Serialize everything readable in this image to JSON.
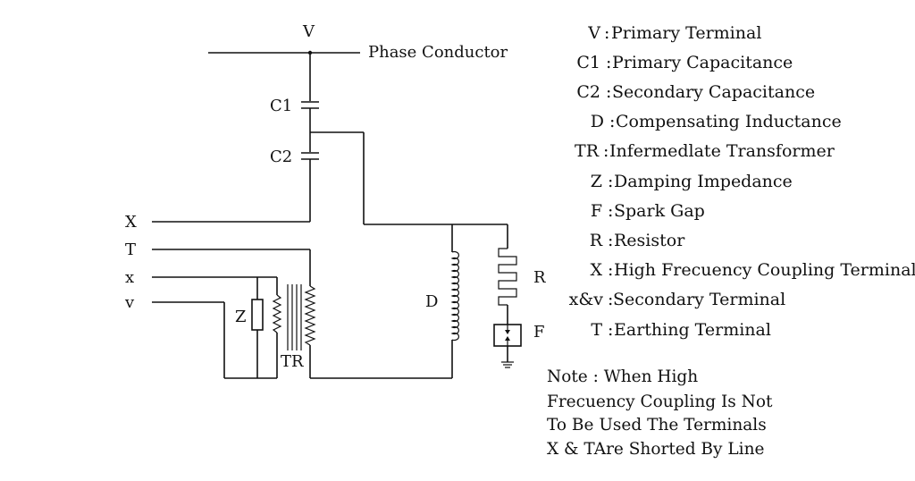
{
  "diagram": {
    "labels": {
      "V": "V",
      "phase": "Phase Conductor",
      "C1": "C1",
      "C2": "C2",
      "X": "X",
      "T": "T",
      "x": "x",
      "v": "v",
      "Z": "Z",
      "TR": "TR",
      "D": "D",
      "R": "R",
      "F": "F"
    },
    "legend": [
      {
        "key": "V",
        "sep": ":",
        "text": "Primary Terminal"
      },
      {
        "key": "C1",
        "sep": ":",
        "text": "Primary Capacitance"
      },
      {
        "key": "C2",
        "sep": ":",
        "text": "Secondary Capacitance"
      },
      {
        "key": "D",
        "sep": ":",
        "text": "Compensating Inductance"
      },
      {
        "key": "TR",
        "sep": ":",
        "text": "Infermedlate Transformer"
      },
      {
        "key": "Z",
        "sep": ":",
        "text": "Damping Impedance"
      },
      {
        "key": "F",
        "sep": ":",
        "text": "Spark Gap"
      },
      {
        "key": "R",
        "sep": ":",
        "text": "Resistor"
      },
      {
        "key": "X",
        "sep": ":",
        "text": "High Frecuency Coupling Terminal"
      },
      {
        "key": "x&v",
        "sep": ":",
        "text": "Secondary Terminal"
      },
      {
        "key": "T",
        "sep": ":",
        "text": "Earthing Terminal"
      }
    ],
    "note": [
      "Note : When High",
      "Frecuency Coupling Is Not",
      "To Be Used The Terminals",
      "X & TAre Shorted By Line"
    ]
  }
}
